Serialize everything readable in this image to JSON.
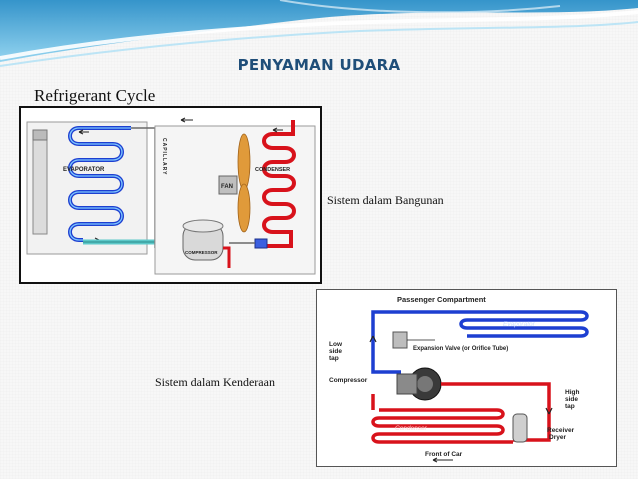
{
  "slide": {
    "title": "PENYAMAN UDARA",
    "subtitle": "Refrigerant Cycle"
  },
  "figure_building": {
    "caption": "Sistem dalam Bangunan",
    "labels": {
      "evaporator": "EVAPORATOR",
      "capillary": "CAPILLARY",
      "fan": "FAN",
      "condenser": "CONDENSER",
      "compressor": "COMPRESSOR"
    }
  },
  "figure_vehicle": {
    "caption": "Sistem dalam Kenderaan",
    "labels": {
      "passenger_compartment": "Passenger Compartment",
      "evaporator": "Evaporator",
      "low_side_tap_1": "Low",
      "low_side_tap_2": "side",
      "low_side_tap_3": "tap",
      "expansion_valve": "Expansion Valve (or Orifice Tube)",
      "compressor": "Compressor",
      "high_side_tap_1": "High",
      "high_side_tap_2": "side",
      "high_side_tap_3": "tap",
      "condenser": "Condenser",
      "receiver_dryer_1": "Receiver",
      "receiver_dryer_2": "Dryer",
      "front_of_car": "Front of Car"
    }
  },
  "colors": {
    "title": "#1f4e79",
    "cold_line": "#1d3fd1",
    "hot_line": "#d8121b",
    "accent_teal": "#5cc8c8",
    "wave_blue": "#3aa6d8"
  }
}
